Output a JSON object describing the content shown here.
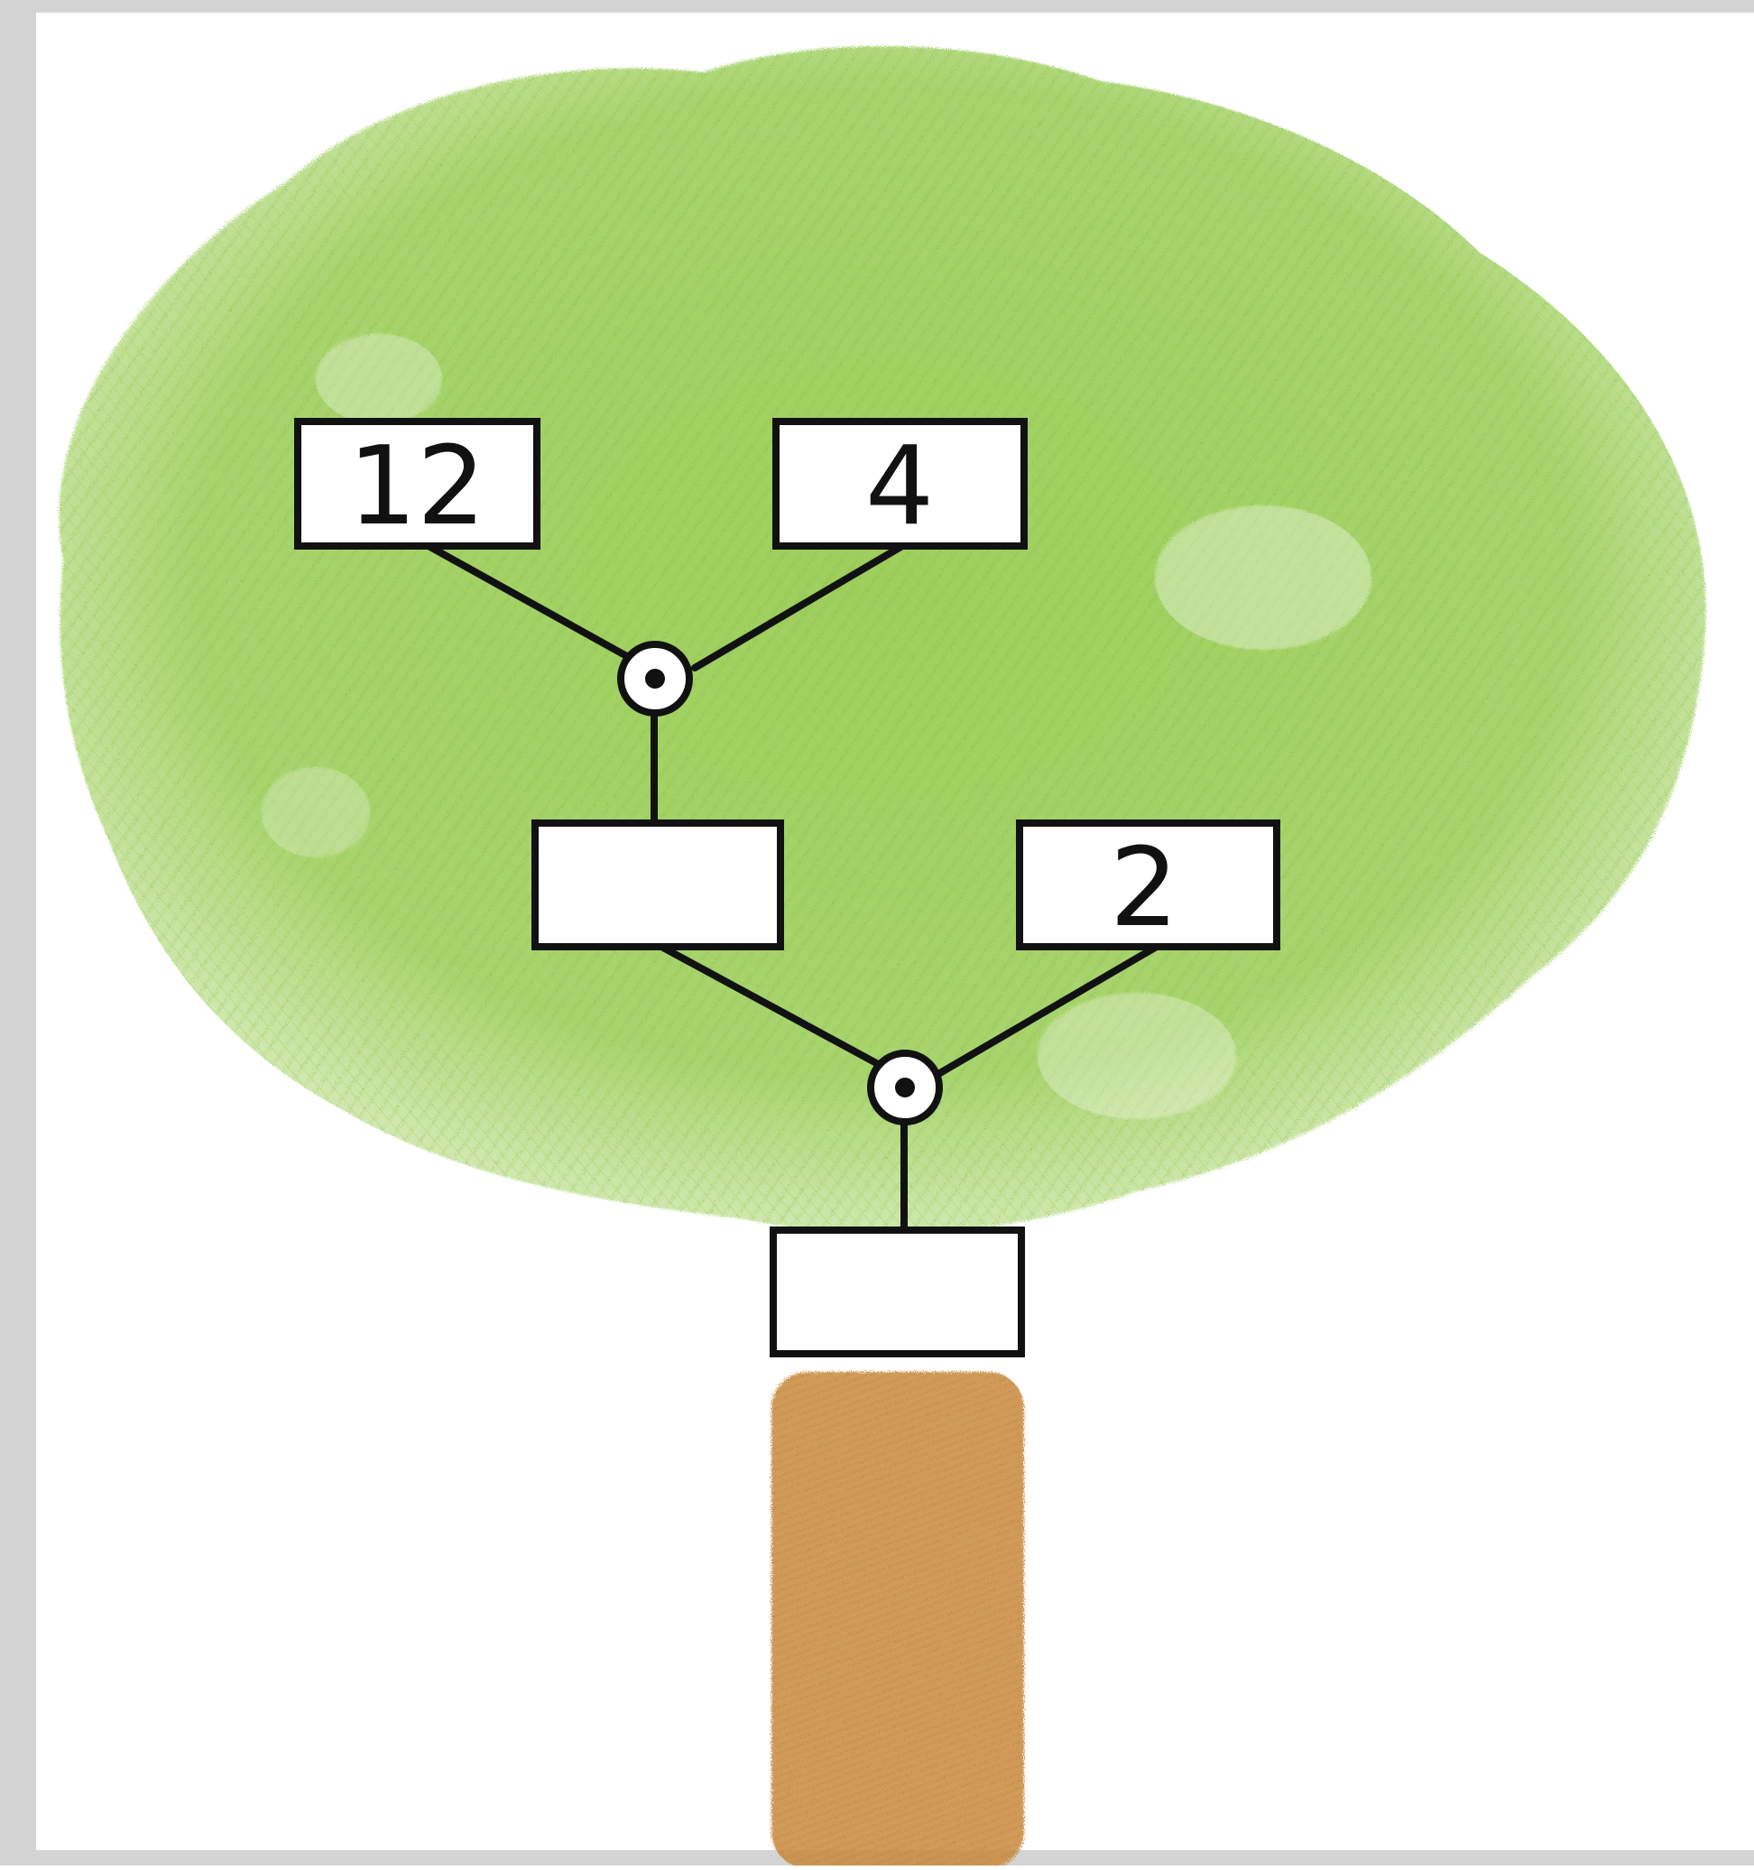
{
  "diagram": {
    "type": "operation-tree",
    "colors": {
      "foliage": "#8cc63f",
      "foliage_dark": "#7ab62c",
      "trunk": "#c98a3c",
      "frame": "#d0d0d0",
      "ink": "#111111",
      "box_fill": "#ffffff"
    },
    "nodes": {
      "top_left_box": "12",
      "top_right_box": "4",
      "middle_left_box": "",
      "middle_right_box": "2",
      "bottom_box": ""
    },
    "operators": {
      "upper_operator": "dot-multiplication-icon",
      "lower_operator": "dot-multiplication-icon"
    }
  }
}
